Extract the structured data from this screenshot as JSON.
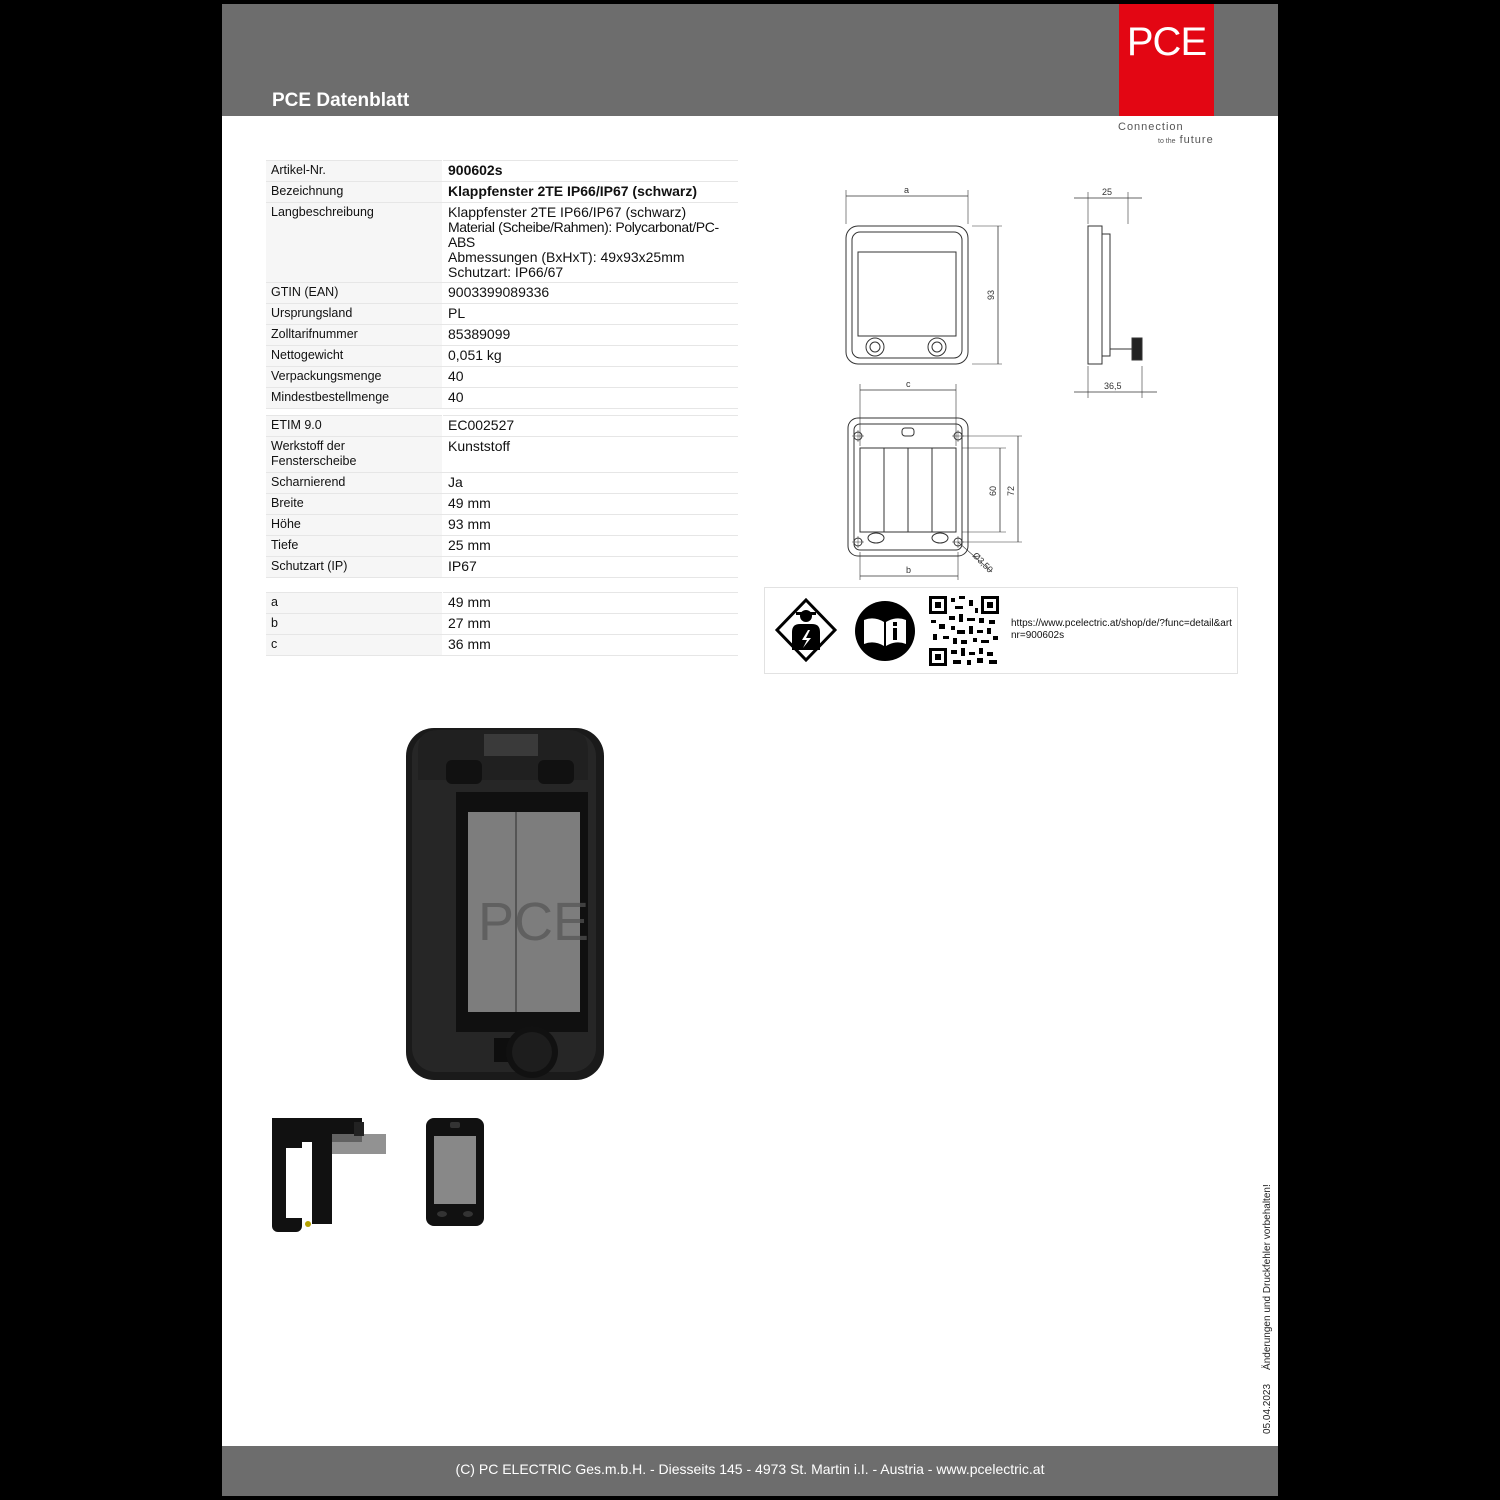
{
  "header": {
    "title": "PCE Datenblatt",
    "logo": "PCE",
    "tagline_1": "Connection",
    "tagline_2_small": "to the",
    "tagline_2": "future",
    "brand_color": "#e30613",
    "bar_color": "#6d6d6d"
  },
  "article": {
    "rows": [
      {
        "k": "Artikel-Nr.",
        "v": "900602s"
      },
      {
        "k": "Bezeichnung",
        "v": "Klappfenster 2TE IP66/IP67 (schwarz)"
      },
      {
        "k": "Langbeschreibung",
        "v1": "Klappfenster 2TE IP66/IP67 (schwarz)",
        "v2": "Material (Scheibe/Rahmen): Polycarbonat/PC-ABS",
        "v3": "Abmessungen (BxHxT): 49x93x25mm",
        "v4": "Schutzart: IP66/67"
      },
      {
        "k": "GTIN (EAN)",
        "v": "9003399089336"
      },
      {
        "k": "Ursprungsland",
        "v": "PL"
      },
      {
        "k": "Zolltarifnummer",
        "v": "85389099"
      },
      {
        "k": "Nettogewicht",
        "v": "0,051 kg"
      },
      {
        "k": "Verpackungsmenge",
        "v": "40"
      },
      {
        "k": "Mindestbestellmenge",
        "v": "40"
      }
    ]
  },
  "etim": {
    "rows": [
      {
        "k": "ETIM 9.0",
        "v": "EC002527"
      },
      {
        "k1": "Werkstoff der",
        "k2": "Fensterscheibe",
        "v": "Kunststoff"
      },
      {
        "k": "Scharnierend",
        "v": "Ja"
      },
      {
        "k": "Breite",
        "v": "49 mm"
      },
      {
        "k": "Höhe",
        "v": "93 mm"
      },
      {
        "k": "Tiefe",
        "v": "25 mm"
      },
      {
        "k": "Schutzart (IP)",
        "v": "IP67"
      }
    ]
  },
  "dims": {
    "rows": [
      {
        "k": "a",
        "v": "49 mm"
      },
      {
        "k": "b",
        "v": "27 mm"
      },
      {
        "k": "c",
        "v": "36 mm"
      }
    ]
  },
  "drawing_labels": {
    "a": "a",
    "d93": "93",
    "d25": "25",
    "d36": "36,5",
    "c": "c",
    "d60": "60",
    "d72": "72",
    "b": "b",
    "hole": "Ø3,50"
  },
  "info": {
    "icon_1": "electrician-icon",
    "icon_2": "manual-info-icon",
    "url": "https://www.pcelectric.at/shop/de/?func=detail&artnr=900602s"
  },
  "photo_watermark": "PCE",
  "side_note": {
    "date": "05.04.2023",
    "text": "Änderungen und Druckfehler vorbehalten!"
  },
  "footer": {
    "text": "(C) PC ELECTRIC Ges.m.b.H. - Diesseits 145 - 4973 St. Martin i.I. - Austria - www.pcelectric.at"
  }
}
